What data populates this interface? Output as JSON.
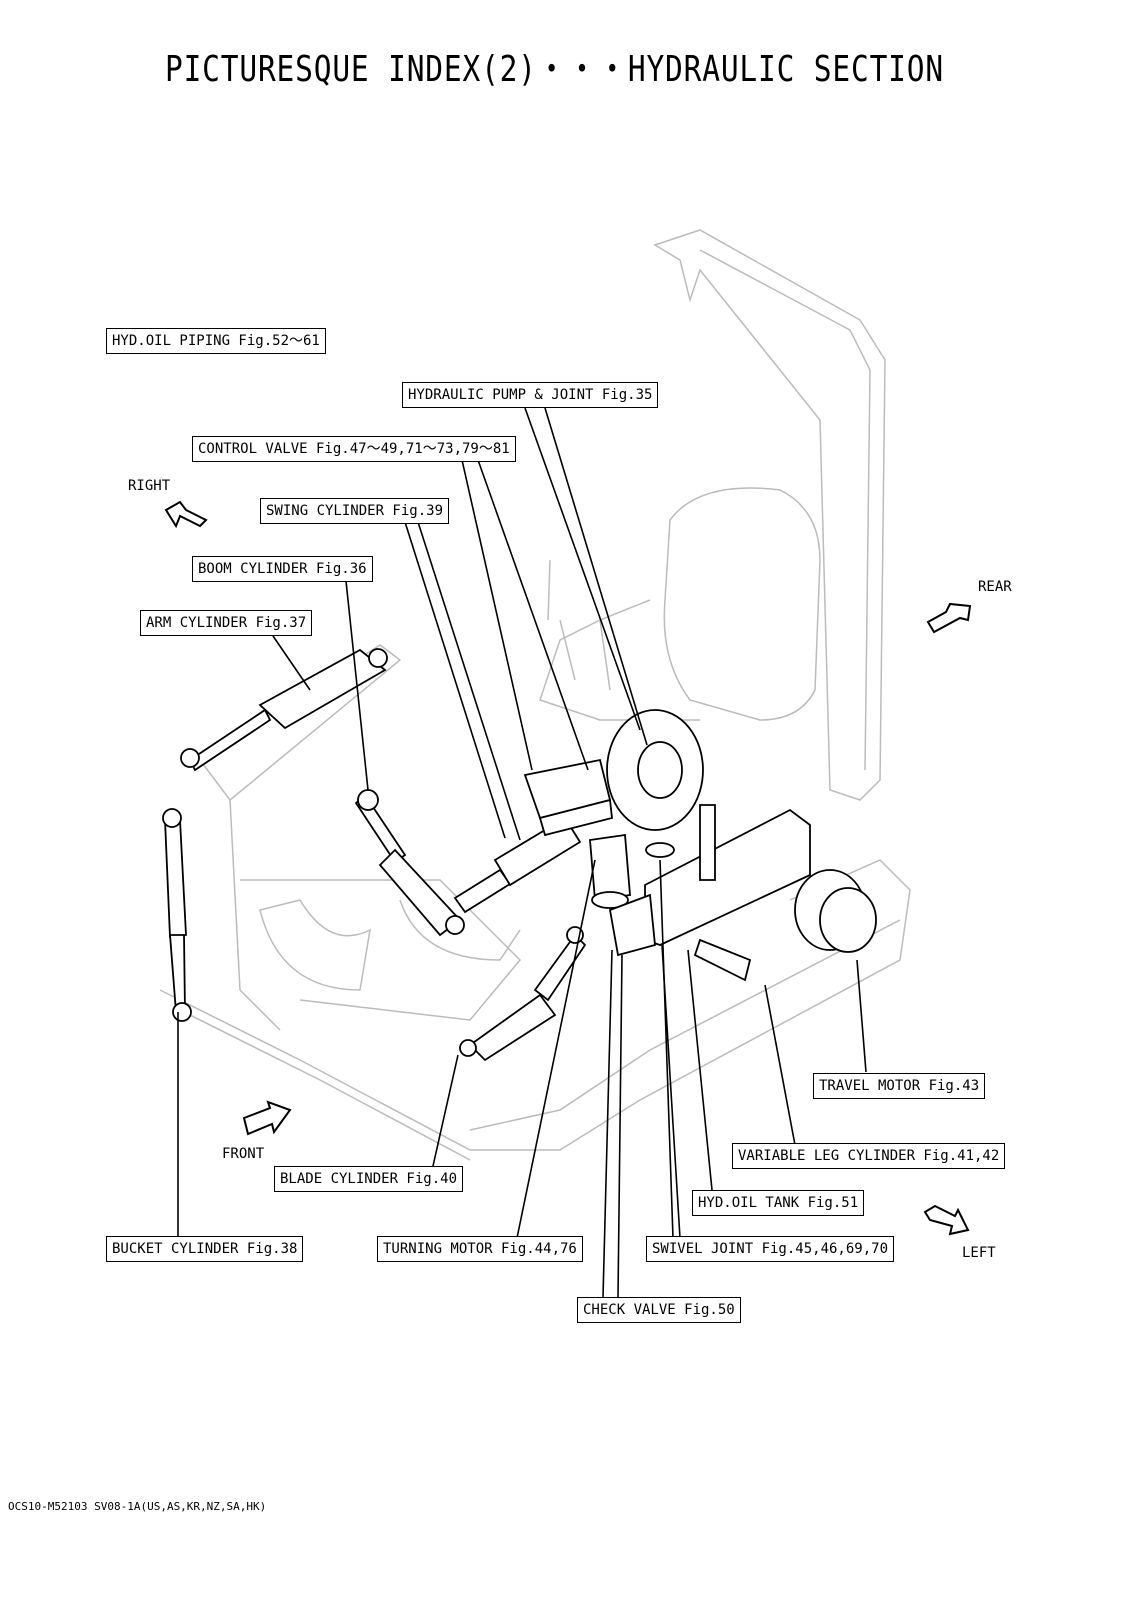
{
  "title": "PICTURESQUE INDEX(2)・・・HYDRAULIC SECTION",
  "labels": {
    "hyd_oil_piping": "HYD.OIL PIPING Fig.52～61",
    "hydraulic_pump": "HYDRAULIC PUMP & JOINT Fig.35",
    "control_valve": "CONTROL VALVE Fig.47～49,71～73,79～81",
    "swing_cylinder": "SWING CYLINDER Fig.39",
    "boom_cylinder": "BOOM CYLINDER Fig.36",
    "arm_cylinder": "ARM CYLINDER Fig.37",
    "travel_motor": "TRAVEL MOTOR Fig.43",
    "variable_leg_cylinder": "VARIABLE LEG CYLINDER Fig.41,42",
    "hyd_oil_tank": "HYD.OIL TANK Fig.51",
    "blade_cylinder": "BLADE CYLINDER Fig.40",
    "bucket_cylinder": "BUCKET CYLINDER Fig.38",
    "turning_motor": "TURNING MOTOR Fig.44,76",
    "swivel_joint": "SWIVEL JOINT Fig.45,46,69,70",
    "check_valve": "CHECK VALVE Fig.50"
  },
  "directions": {
    "right": "RIGHT",
    "rear": "REAR",
    "front": "FRONT",
    "left": "LEFT"
  },
  "footer": "OCS10-M52103 SV08-1A(US,AS,KR,NZ,SA,HK)"
}
